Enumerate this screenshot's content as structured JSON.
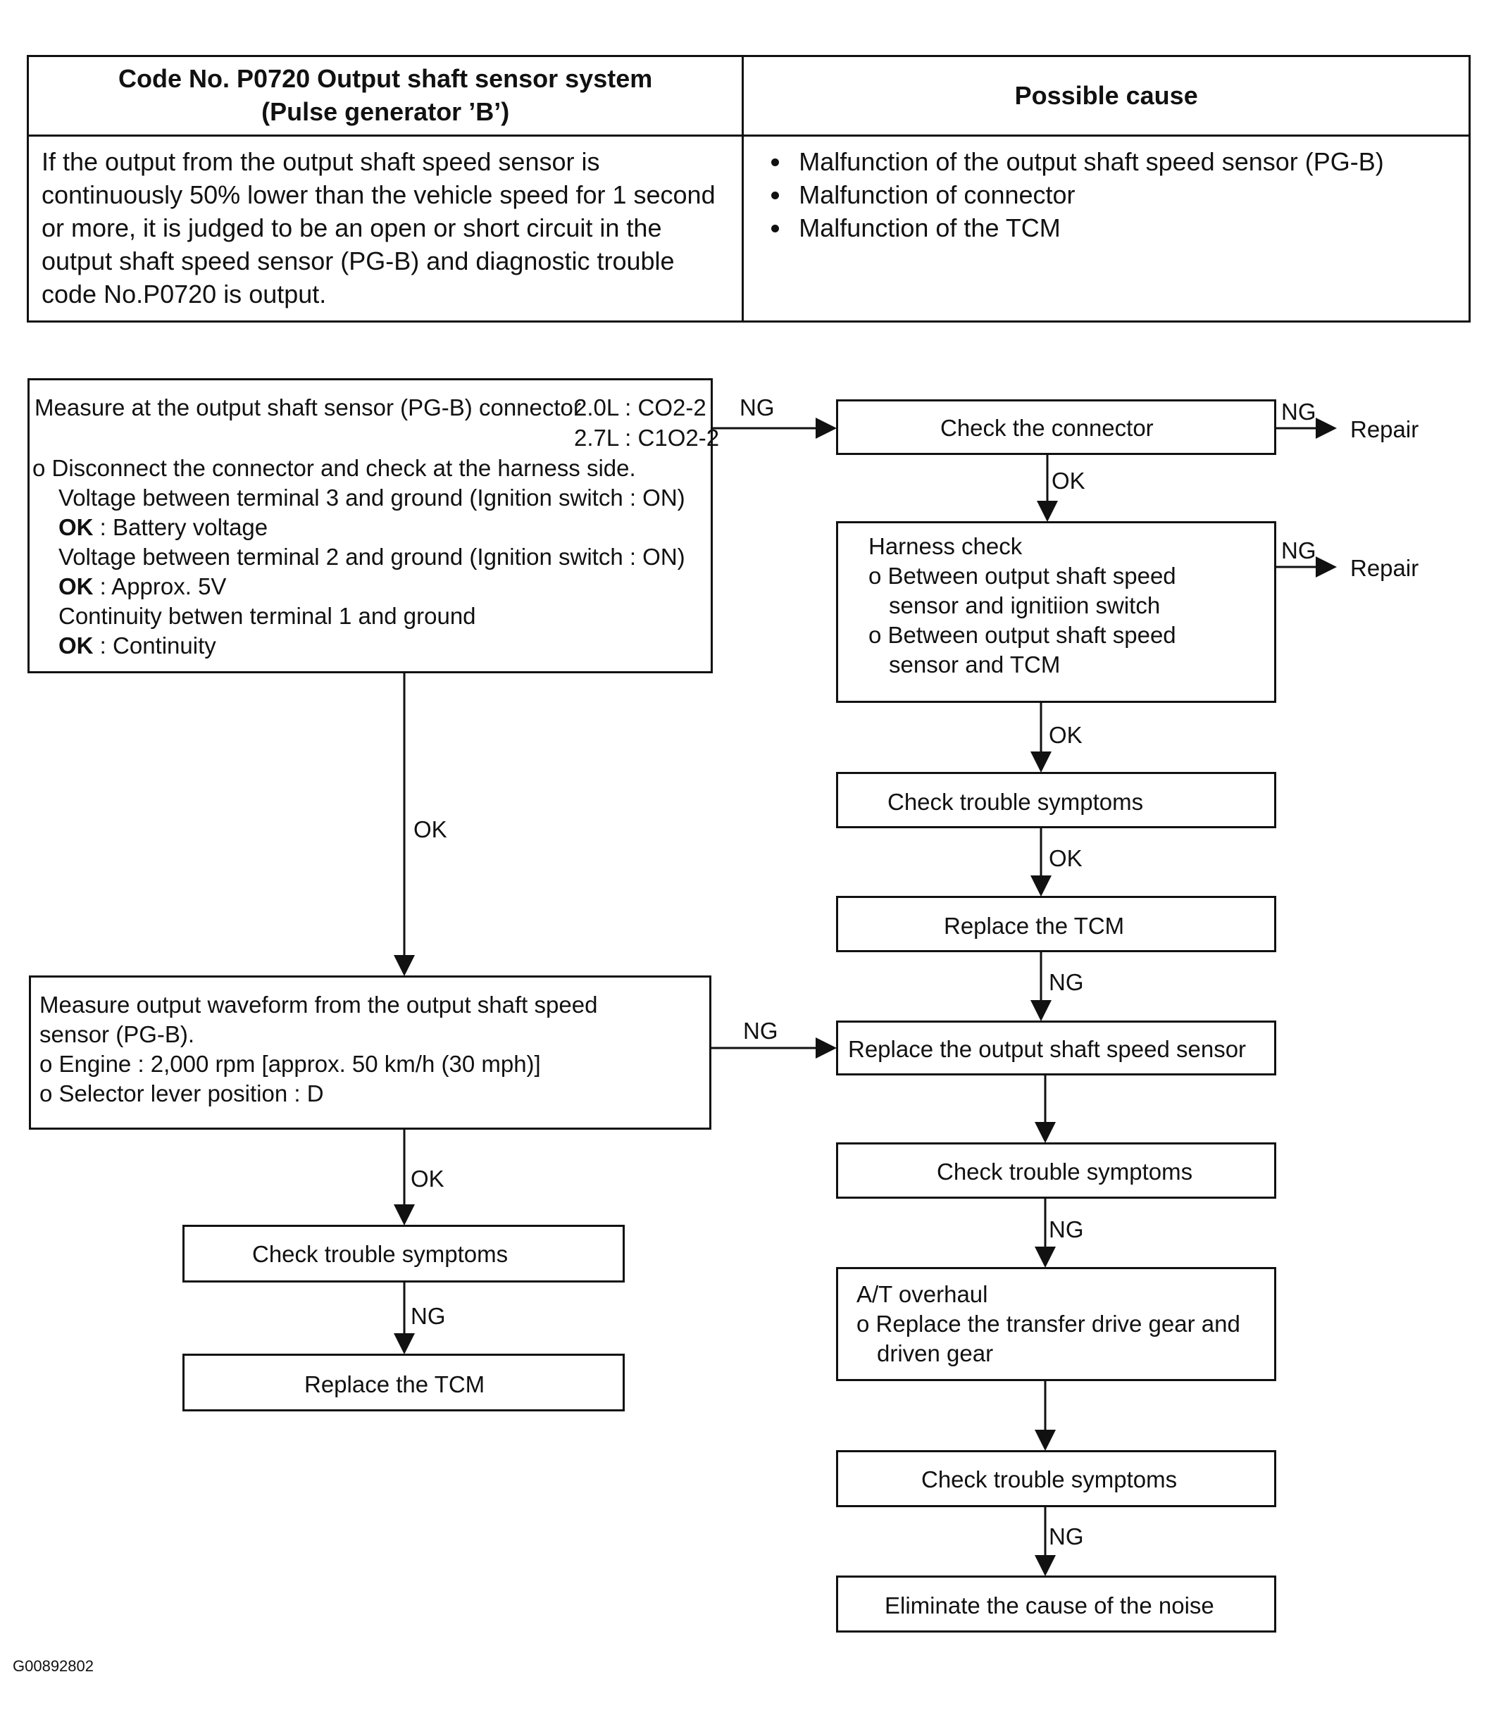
{
  "table": {
    "col1_title_line1": "Code No.  P0720 Output shaft sensor system",
    "col1_title_line2": "(Pulse generator ’B’)",
    "col2_title": "Possible cause",
    "description": "If the output from the output shaft speed sensor is continuously 50% lower than the vehicle speed for 1 second or more, it is judged to be an open or short circuit in the output shaft speed sensor (PG-B) and diagnostic trouble code No.P0720 is output.",
    "causes": [
      "Malfunction of the output shaft speed sensor (PG-B)",
      "Malfunction of connector",
      "Malfunction of the TCM"
    ]
  },
  "flow": {
    "measure_connector": {
      "title": "Measure at the output shaft sensor (PG-B) connector",
      "conn_2_0": "2.0L : CO2-2",
      "conn_2_7": "2.7L : C1O2-2",
      "line1": "o  Disconnect the connector and check at the harness side.",
      "line2": "Voltage between terminal 3 and ground (Ignition switch : ON)",
      "ok1_key": "OK",
      "ok1_val": " : Battery voltage",
      "line3": "Voltage between terminal 2 and ground (Ignition switch : ON)",
      "ok2_key": "OK",
      "ok2_val": " : Approx. 5V",
      "line4": "Continuity betwen terminal 1 and ground",
      "ok3_key": "OK",
      "ok3_val": " : Continuity"
    },
    "check_connector": "Check the connector",
    "harness_check": {
      "title": "Harness check",
      "item1_a": "o Between output shaft speed",
      "item1_b": "sensor and ignitiion switch",
      "item2_a": "o Between output shaft speed",
      "item2_b": "sensor and TCM"
    },
    "check_symptoms_1": "Check trouble symptoms",
    "replace_tcm_right": "Replace the TCM",
    "replace_sensor": "Replace the output shaft speed sensor",
    "check_symptoms_2": "Check trouble symptoms",
    "at_overhaul": {
      "title": "A/T overhaul",
      "item_a": "o Replace the transfer drive gear and",
      "item_b": "driven gear"
    },
    "check_symptoms_3": "Check trouble symptoms",
    "eliminate_noise": "Eliminate the cause of the noise",
    "measure_waveform": {
      "line1": "Measure output waveform from the output shaft speed",
      "line2": "sensor (PG-B).",
      "line3": "o Engine : 2,000 rpm [approx. 50 km/h (30 mph)]",
      "line4": "o Selector lever position : D"
    },
    "check_symptoms_left": "Check trouble symptoms",
    "replace_tcm_left": "Replace the TCM",
    "labels": {
      "ng": "NG",
      "ok": "OK",
      "repair": "Repair"
    }
  },
  "footer_code": "G00892802"
}
